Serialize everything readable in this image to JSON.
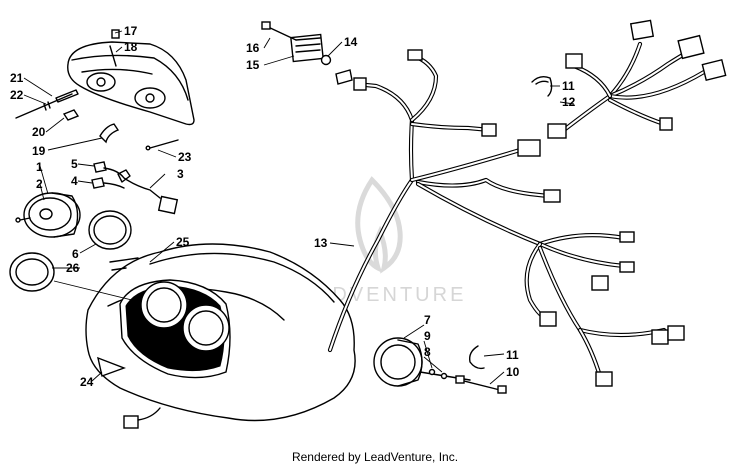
{
  "watermark": {
    "brand": "LEADVENTURE"
  },
  "footer": {
    "credit": "Rendered by LeadVenture, Inc."
  },
  "callouts": {
    "c1": "1",
    "c2": "2",
    "c3": "3",
    "c4": "4",
    "c5": "5",
    "c6": "6",
    "c7": "7",
    "c8": "8",
    "c9": "9",
    "c10": "10",
    "c11a": "11",
    "c11b": "11",
    "c12": "12",
    "c13": "13",
    "c14": "14",
    "c15": "15",
    "c16": "16",
    "c17": "17",
    "c18": "18",
    "c19": "19",
    "c20": "20",
    "c21": "21",
    "c22": "22",
    "c23": "23",
    "c24": "24",
    "c25": "25",
    "c26": "26"
  }
}
